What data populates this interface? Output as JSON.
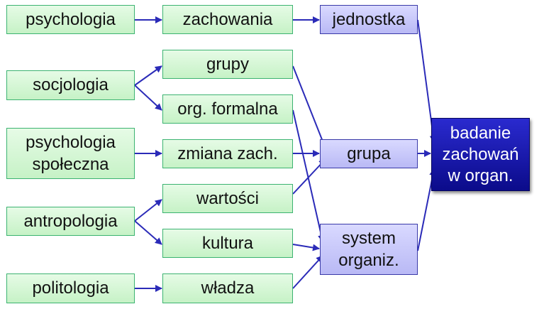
{
  "sources": {
    "psychologia": "psychologia",
    "socjologia": "socjologia",
    "psychologia_spoleczna_1": "psychologia",
    "psychologia_spoleczna_2": "społeczna",
    "antropologia": "antropologia",
    "politologia": "politologia"
  },
  "topics": {
    "zachowania": "zachowania",
    "grupy": "grupy",
    "org_formalna": "org. formalna",
    "zmiana_zach": "zmiana zach.",
    "wartosci": "wartości",
    "kultura": "kultura",
    "wladza": "władza"
  },
  "levels": {
    "jednostka": "jednostka",
    "grupa": "grupa",
    "system_1": "system",
    "system_2": "organiz."
  },
  "target": {
    "line1": "badanie",
    "line2": "zachowań",
    "line3": "w organ."
  },
  "colors": {
    "arrow": "#2b2bb8",
    "green_border": "#3cb371",
    "lavender_border": "#3a3aa8",
    "target_fill": "#0b0b8a"
  }
}
